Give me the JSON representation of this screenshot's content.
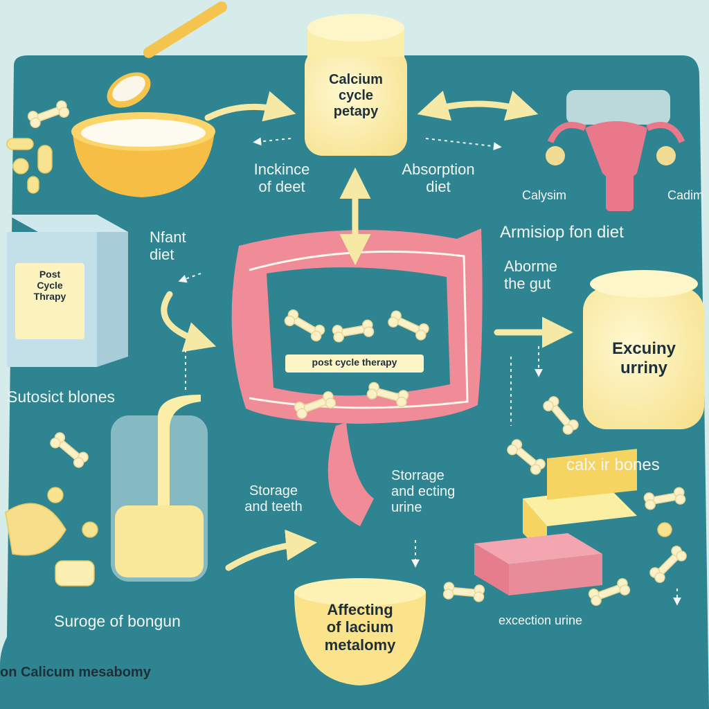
{
  "labels": {
    "jar_top": "Calcium\ncycle\npetapy",
    "intake": "Inckince\nof deet",
    "absorption": "Absorption\ndiet",
    "calysim": "Calysim",
    "cadim": "Cadim",
    "armisiop": "Armisiop fon diet",
    "nfant": "Nfant\ndiet",
    "box": "Post\nCycle\nThrapy",
    "abormme": "Aborme\nthe gut",
    "colon_banner": "post cycle therapy",
    "jar_right": "Excuiny\nurriny",
    "sutosict": "Sutosict blones",
    "calx": "calx ir bones",
    "storage_teeth": "Storage\nand teeth",
    "storrage": "Storrage\nand ecting\nurine",
    "surage": "Suroge of bongun",
    "excection": "excection urine",
    "bowl_label": "Affecting\nof lacium\nmetalomy",
    "footer": "on Calicum mesabomy"
  },
  "colors": {
    "background": "#d6ecea",
    "panel": "#2e8490",
    "jar": "#fbeeaa",
    "intestine": "#ef8c97",
    "arrow": "#f6e9a6"
  }
}
